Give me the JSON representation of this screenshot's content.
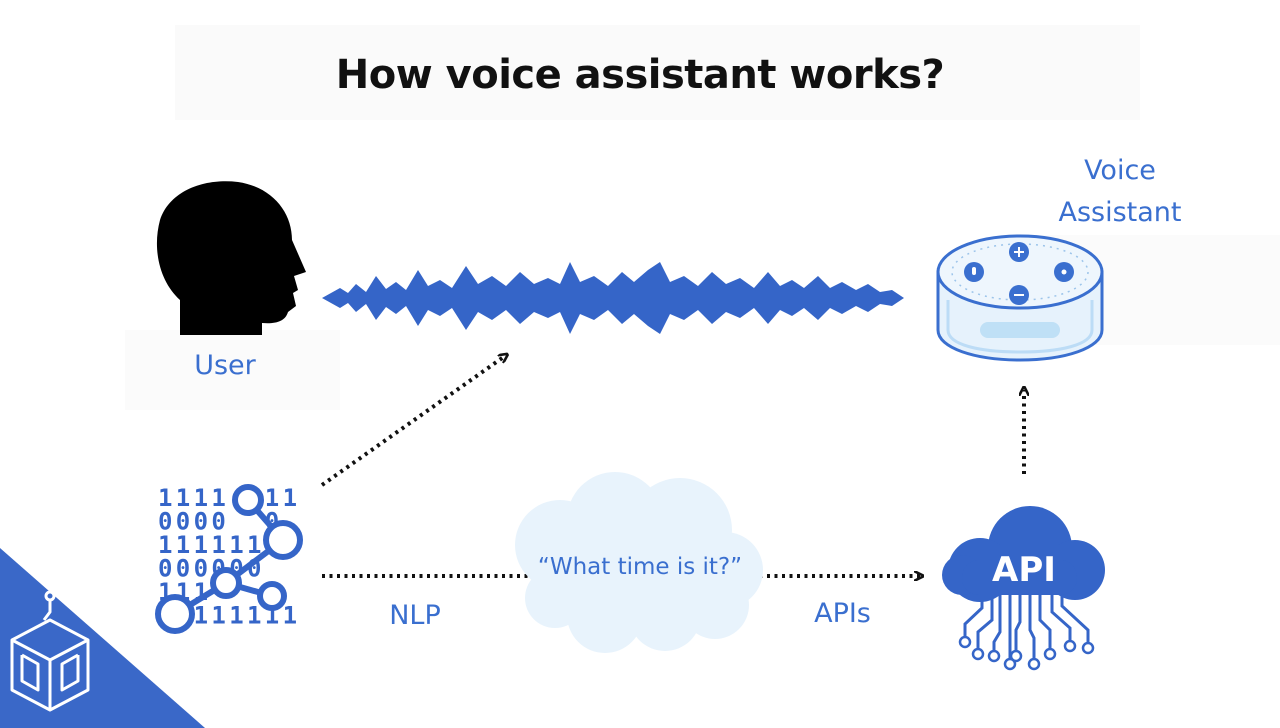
{
  "title": "How voice assistant works?",
  "labels": {
    "user": "User",
    "voice_assistant_line1": "Voice",
    "voice_assistant_line2": "Assistant",
    "nlp": "NLP",
    "apis": "APIs"
  },
  "cloud_query": "“What time is it?”",
  "api_icon_text": "API",
  "binary_rows": [
    "1111  11",
    "0000  0 ",
    "111111  ",
    "000000  ",
    "111     ",
    "  111111"
  ],
  "colors": {
    "accent_blue": "#3a6fcf",
    "wave_blue": "#3565c8",
    "cloud_light": "#e8f3fc",
    "title_black": "#111111",
    "corner_blue": "#3a68c8"
  },
  "icons": [
    "user-head-icon",
    "sound-wave-icon",
    "smart-speaker-icon",
    "binary-network-icon",
    "speech-cloud-icon",
    "api-cloud-icon",
    "logo-cube-icon"
  ]
}
